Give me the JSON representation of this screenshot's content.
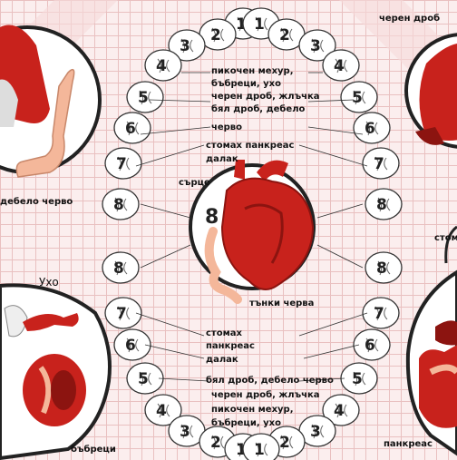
{
  "teeth": {
    "upper": [
      "1",
      "2",
      "3",
      "4",
      "5",
      "6",
      "7",
      "8"
    ],
    "lower": [
      "8",
      "7",
      "6",
      "5",
      "4",
      "3",
      "2",
      "1"
    ],
    "center_number": "8"
  },
  "labels_upper": [
    "пикочен мехур,",
    "бъбреци, ухо",
    "черен дроб, жлъчка",
    "бял дроб, дебело",
    "черво",
    "стомах панкреас",
    "далак",
    "сърце"
  ],
  "labels_lower": [
    "тънки черва",
    "стомах",
    "панкреас",
    "далак",
    "бял дроб, дебело черво",
    "черен дроб, жлъчка",
    "пикочен мехур,",
    "бъбреци, ухо"
  ],
  "corner_labels": {
    "top_left": "дебело черво",
    "top_right": "черен дроб",
    "mid_right": "стом",
    "bottom_left_title": "Ухо",
    "bottom_left": "бъбреци",
    "bottom_right": "панкреас"
  },
  "colors": {
    "organ_red": "#c8221c",
    "organ_dark": "#8c1410",
    "intestine": "#f4b79a",
    "tooth_fill": "#ffffff",
    "tooth_stroke": "#333333",
    "circle_stroke": "#222222",
    "grid_line": "#e7b8b8",
    "background": "#fbeeee"
  }
}
